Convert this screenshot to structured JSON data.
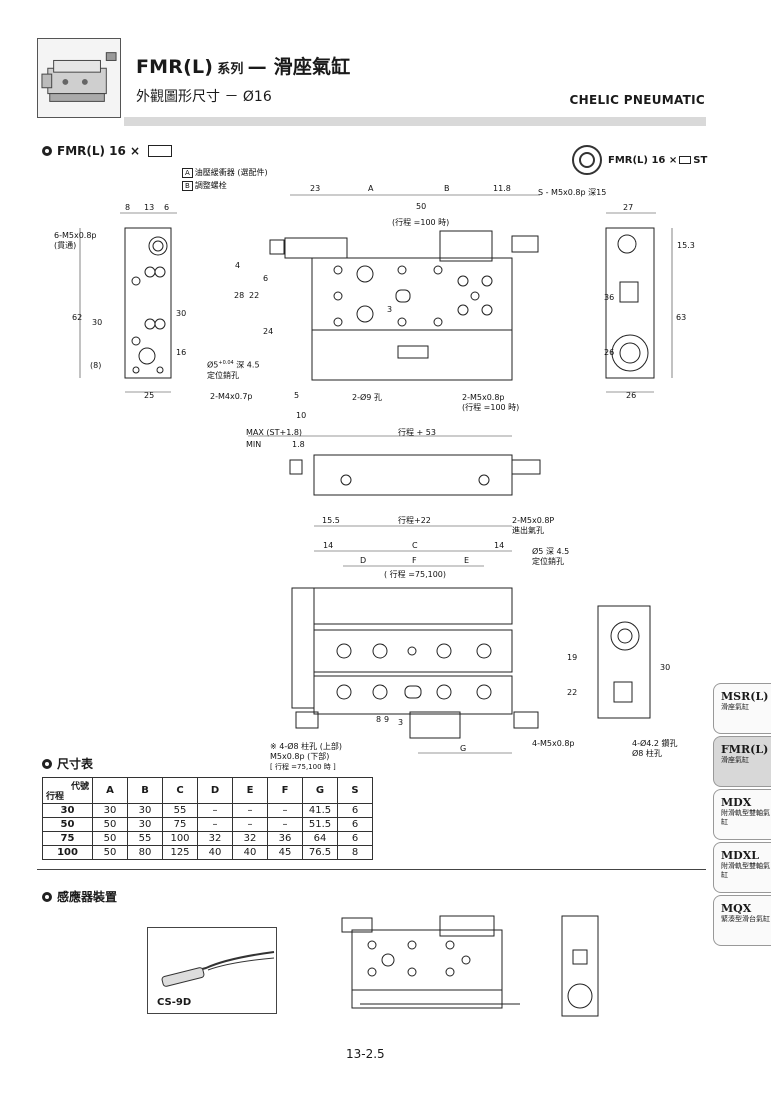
{
  "header": {
    "title_model": "FMR(L)",
    "title_series": "系列",
    "title_dash": "—",
    "title_name": "滑座氣缸",
    "subtitle": "外觀圖形尺寸 － Ø16",
    "brand": "CHELIC PNEUMATIC"
  },
  "sections": {
    "main_view": "FMR(L)  16 ×",
    "st_option": "FMR(L) 16 ×",
    "st_suffix": "ST",
    "table_title": "尺寸表",
    "sensor_title": "感應器裝置"
  },
  "callouts": {
    "a_tag": "A",
    "a_text": "油壓緩衝器 (選配件)",
    "b_tag": "B",
    "b_text": "調整螺栓",
    "m5_thru": "6-M5x0.8p",
    "thru_note": "(貫通)",
    "s_note": "S - M5x0.8p 深15",
    "pin_dia": "Ø5",
    "pin_tol_up": "+0.04",
    "pin_tol_lo": "+0",
    "pin_depth": "深 4.5",
    "pin_label": "定位銷孔",
    "m4": "2-M4x0.7p",
    "hole9": "2-Ø9 孔",
    "m5_2": "2-M5x0.8p",
    "m5_2_note": "(行程 =100 時)",
    "stroke100": "(行程 =100 時)",
    "max_label": "MAX  (ST+1.8)",
    "min_label": "MIN",
    "min_val": "1.8",
    "stroke53": "行程 + 53",
    "stroke22": "行程+22",
    "m5p": "2-M5x0.8P",
    "m5p_note": "進出氣孔",
    "pin2_dia": "Ø5",
    "pin2_depth": "深 4.5",
    "pin2_label": "定位銷孔",
    "stroke75": "( 行程 =75,100)",
    "hole8": "※ 4-Ø8 柱孔 (上部)",
    "hole8_b": "M5x0.8p (下部)",
    "hole8_c": "[ 行程 =75,100 時 ]",
    "m5_4": "4-M5x0.8p",
    "hole42": "4-Ø4.2 鑽孔",
    "hole42_b": "Ø8 柱孔"
  },
  "dims": {
    "d8": "8",
    "d13": "13",
    "d6": "6",
    "d23": "23",
    "dA": "A",
    "dB": "B",
    "d11_8": "11.8",
    "d27": "27",
    "d50": "50",
    "d15_3": "15.3",
    "d36": "36",
    "d63": "63",
    "d26": "26",
    "d62": "62",
    "d30": "30",
    "d16": "16",
    "d8b": "(8)",
    "d25": "25",
    "d26b": "26",
    "d4": "4",
    "d28": "28",
    "d22": "22",
    "d6b": "6",
    "d24": "24",
    "d5": "5",
    "d10": "10",
    "d3": "3",
    "d15_5": "15.5",
    "d14a": "14",
    "dC": "C",
    "d14b": "14",
    "dD": "D",
    "dF": "F",
    "dE": "E",
    "dG": "G",
    "d19": "19",
    "d30b": "30",
    "d22b": "22",
    "d3b": "3",
    "d8c": "8",
    "d9": "9"
  },
  "table": {
    "corner_top": "代號",
    "corner_bottom": "行程",
    "columns": [
      "A",
      "B",
      "C",
      "D",
      "E",
      "F",
      "G",
      "S"
    ],
    "rows": [
      {
        "stroke": "30",
        "cells": [
          "30",
          "30",
          "55",
          "–",
          "–",
          "–",
          "41.5",
          "6"
        ]
      },
      {
        "stroke": "50",
        "cells": [
          "50",
          "30",
          "75",
          "–",
          "–",
          "–",
          "51.5",
          "6"
        ]
      },
      {
        "stroke": "75",
        "cells": [
          "50",
          "55",
          "100",
          "32",
          "32",
          "36",
          "64",
          "6"
        ]
      },
      {
        "stroke": "100",
        "cells": [
          "50",
          "80",
          "125",
          "40",
          "40",
          "45",
          "76.5",
          "8"
        ]
      }
    ]
  },
  "sensor": {
    "model": "CS-9D"
  },
  "side_tabs": [
    {
      "code": "MSR(L)",
      "desc": "滑座氣缸"
    },
    {
      "code": "FMR(L)",
      "desc": "滑座氣缸"
    },
    {
      "code": "MDX",
      "desc": "附滑軌型雙軸氣缸"
    },
    {
      "code": "MDXL",
      "desc": "附滑軌型雙軸氣缸"
    },
    {
      "code": "MQX",
      "desc": "緊湊型滑台氣缸"
    }
  ],
  "page_number": "13-2.5"
}
